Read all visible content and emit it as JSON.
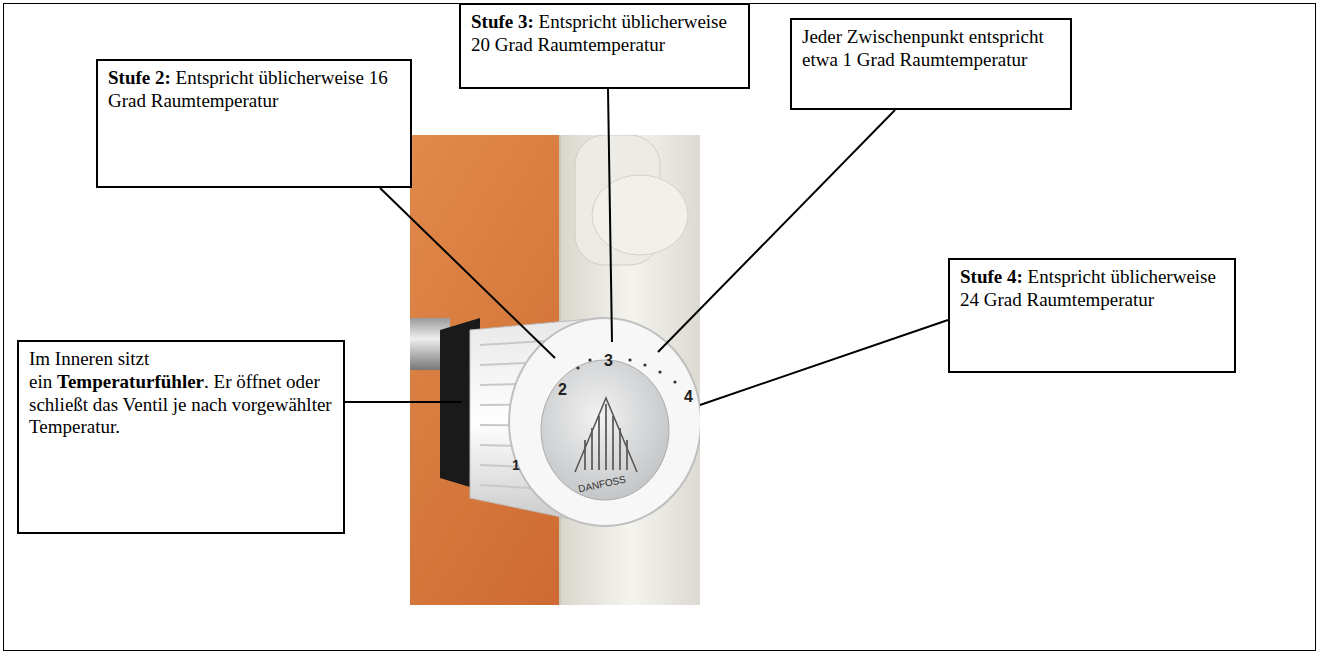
{
  "diagram": {
    "nodes": [
      {
        "text": [
          "Stufe 2:",
          "Entspricht üblicherweise 16 Grad Raumtemperatur"
        ]
      },
      {
        "text": [
          "Stufe 3:",
          "Entspricht üblicherweise 20 Grad Raumtemperatur"
        ]
      },
      {
        "text": [
          "Jeder Zwischenpunkt entspricht etwa 1 Grad Raumtemperatur"
        ]
      },
      {
        "text": [
          "Stufe 4:",
          "Entspricht üblicherweise 24 Grad Raumtemperatur"
        ]
      },
      {
        "text": [
          "Im Inneren sitzt ein",
          "Temperaturfühler",
          ". Er öffnet oder schließt das Ventil je nach vorgewählter Temperatur."
        ]
      }
    ],
    "labels": [
      "2",
      "3",
      "4",
      "1",
      "DANFOSS"
    ]
  }
}
